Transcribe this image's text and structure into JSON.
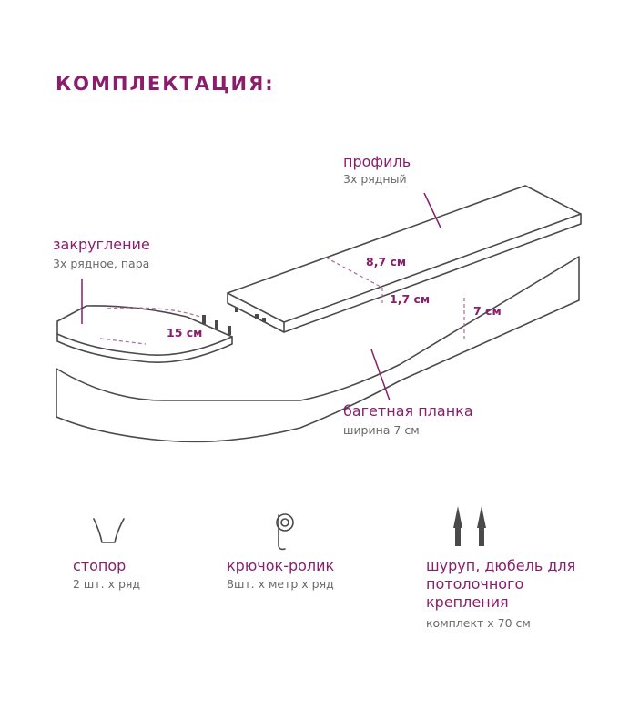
{
  "title": "КОМПЛЕКТАЦИЯ:",
  "colors": {
    "accent": "#8a1e6b",
    "outline": "#4a4a4a",
    "note": "#6a6a6a",
    "dash": "#b06a95"
  },
  "profile": {
    "label": "профиль",
    "note": "3х рядный"
  },
  "rounding": {
    "label": "закругление",
    "note": "3х рядное, пара"
  },
  "baget": {
    "label": "багетная планка",
    "note": "ширина 7 см"
  },
  "dimensions": {
    "profile_width": "8,7 см",
    "profile_height": "1,7 см",
    "baget_height": "7 см",
    "rounding_radius": "15 см"
  },
  "accessories": [
    {
      "icon": "stopper-icon",
      "label": "стопор",
      "note": "2 шт. х ряд"
    },
    {
      "icon": "hook-roller-icon",
      "label": "крючок-ролик",
      "note": "8шт. х метр х ряд"
    },
    {
      "icon": "screw-dowel-icon",
      "label": "шуруп, дюбель для потолочного крепления",
      "note": "комплект х 70 см"
    }
  ]
}
